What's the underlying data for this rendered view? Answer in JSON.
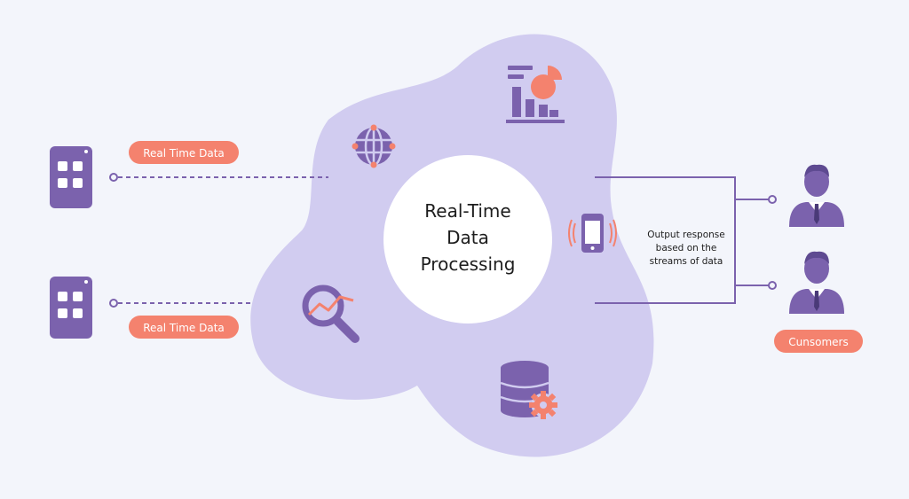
{
  "colors": {
    "background": "#f3f5fb",
    "blob": "#d1ccf0",
    "purple": "#7b62ad",
    "coral": "#f4826e",
    "white": "#ffffff",
    "text": "#1d1d1d"
  },
  "center": {
    "title_lines": [
      "Real-Time",
      "Data",
      "Processing"
    ]
  },
  "sources": [
    {
      "label": "Real Time Data",
      "icon": "tablet-icon"
    },
    {
      "label": "Real Time Data",
      "icon": "tablet-icon"
    }
  ],
  "cloud_icons": [
    "bar-pie-chart-icon",
    "globe-icon",
    "mobile-phone-icon",
    "search-analytics-icon",
    "database-gear-icon"
  ],
  "output": {
    "note_lines": [
      "Output response",
      "based on the",
      "streams of data"
    ]
  },
  "consumers": {
    "label": "Cunsomers",
    "icons": [
      "businessman-icon",
      "businessman-icon"
    ]
  }
}
